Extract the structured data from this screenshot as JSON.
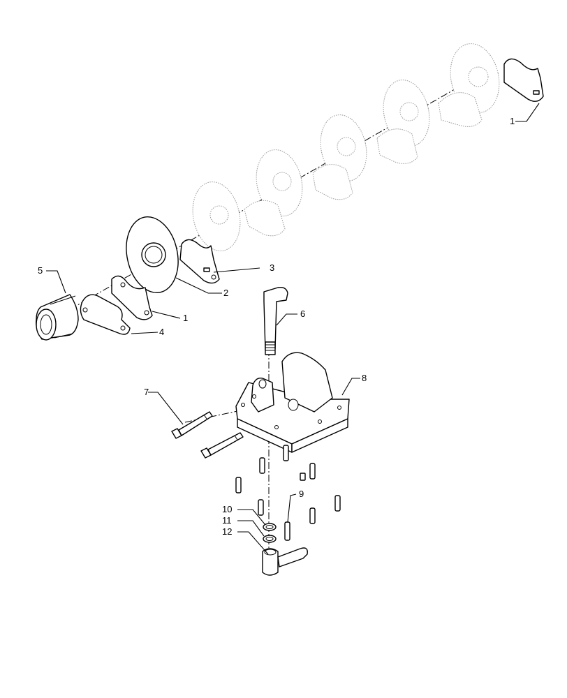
{
  "callouts": [
    {
      "id": "1-top",
      "label": "1"
    },
    {
      "id": "1-bottom",
      "label": "1"
    },
    {
      "id": "2",
      "label": "2"
    },
    {
      "id": "3",
      "label": "3"
    },
    {
      "id": "4",
      "label": "4"
    },
    {
      "id": "5",
      "label": "5"
    },
    {
      "id": "6",
      "label": "6"
    },
    {
      "id": "7",
      "label": "7"
    },
    {
      "id": "8",
      "label": "8"
    },
    {
      "id": "9",
      "label": "9"
    },
    {
      "id": "10",
      "label": "10"
    },
    {
      "id": "11",
      "label": "11"
    },
    {
      "id": "12",
      "label": "12"
    }
  ]
}
